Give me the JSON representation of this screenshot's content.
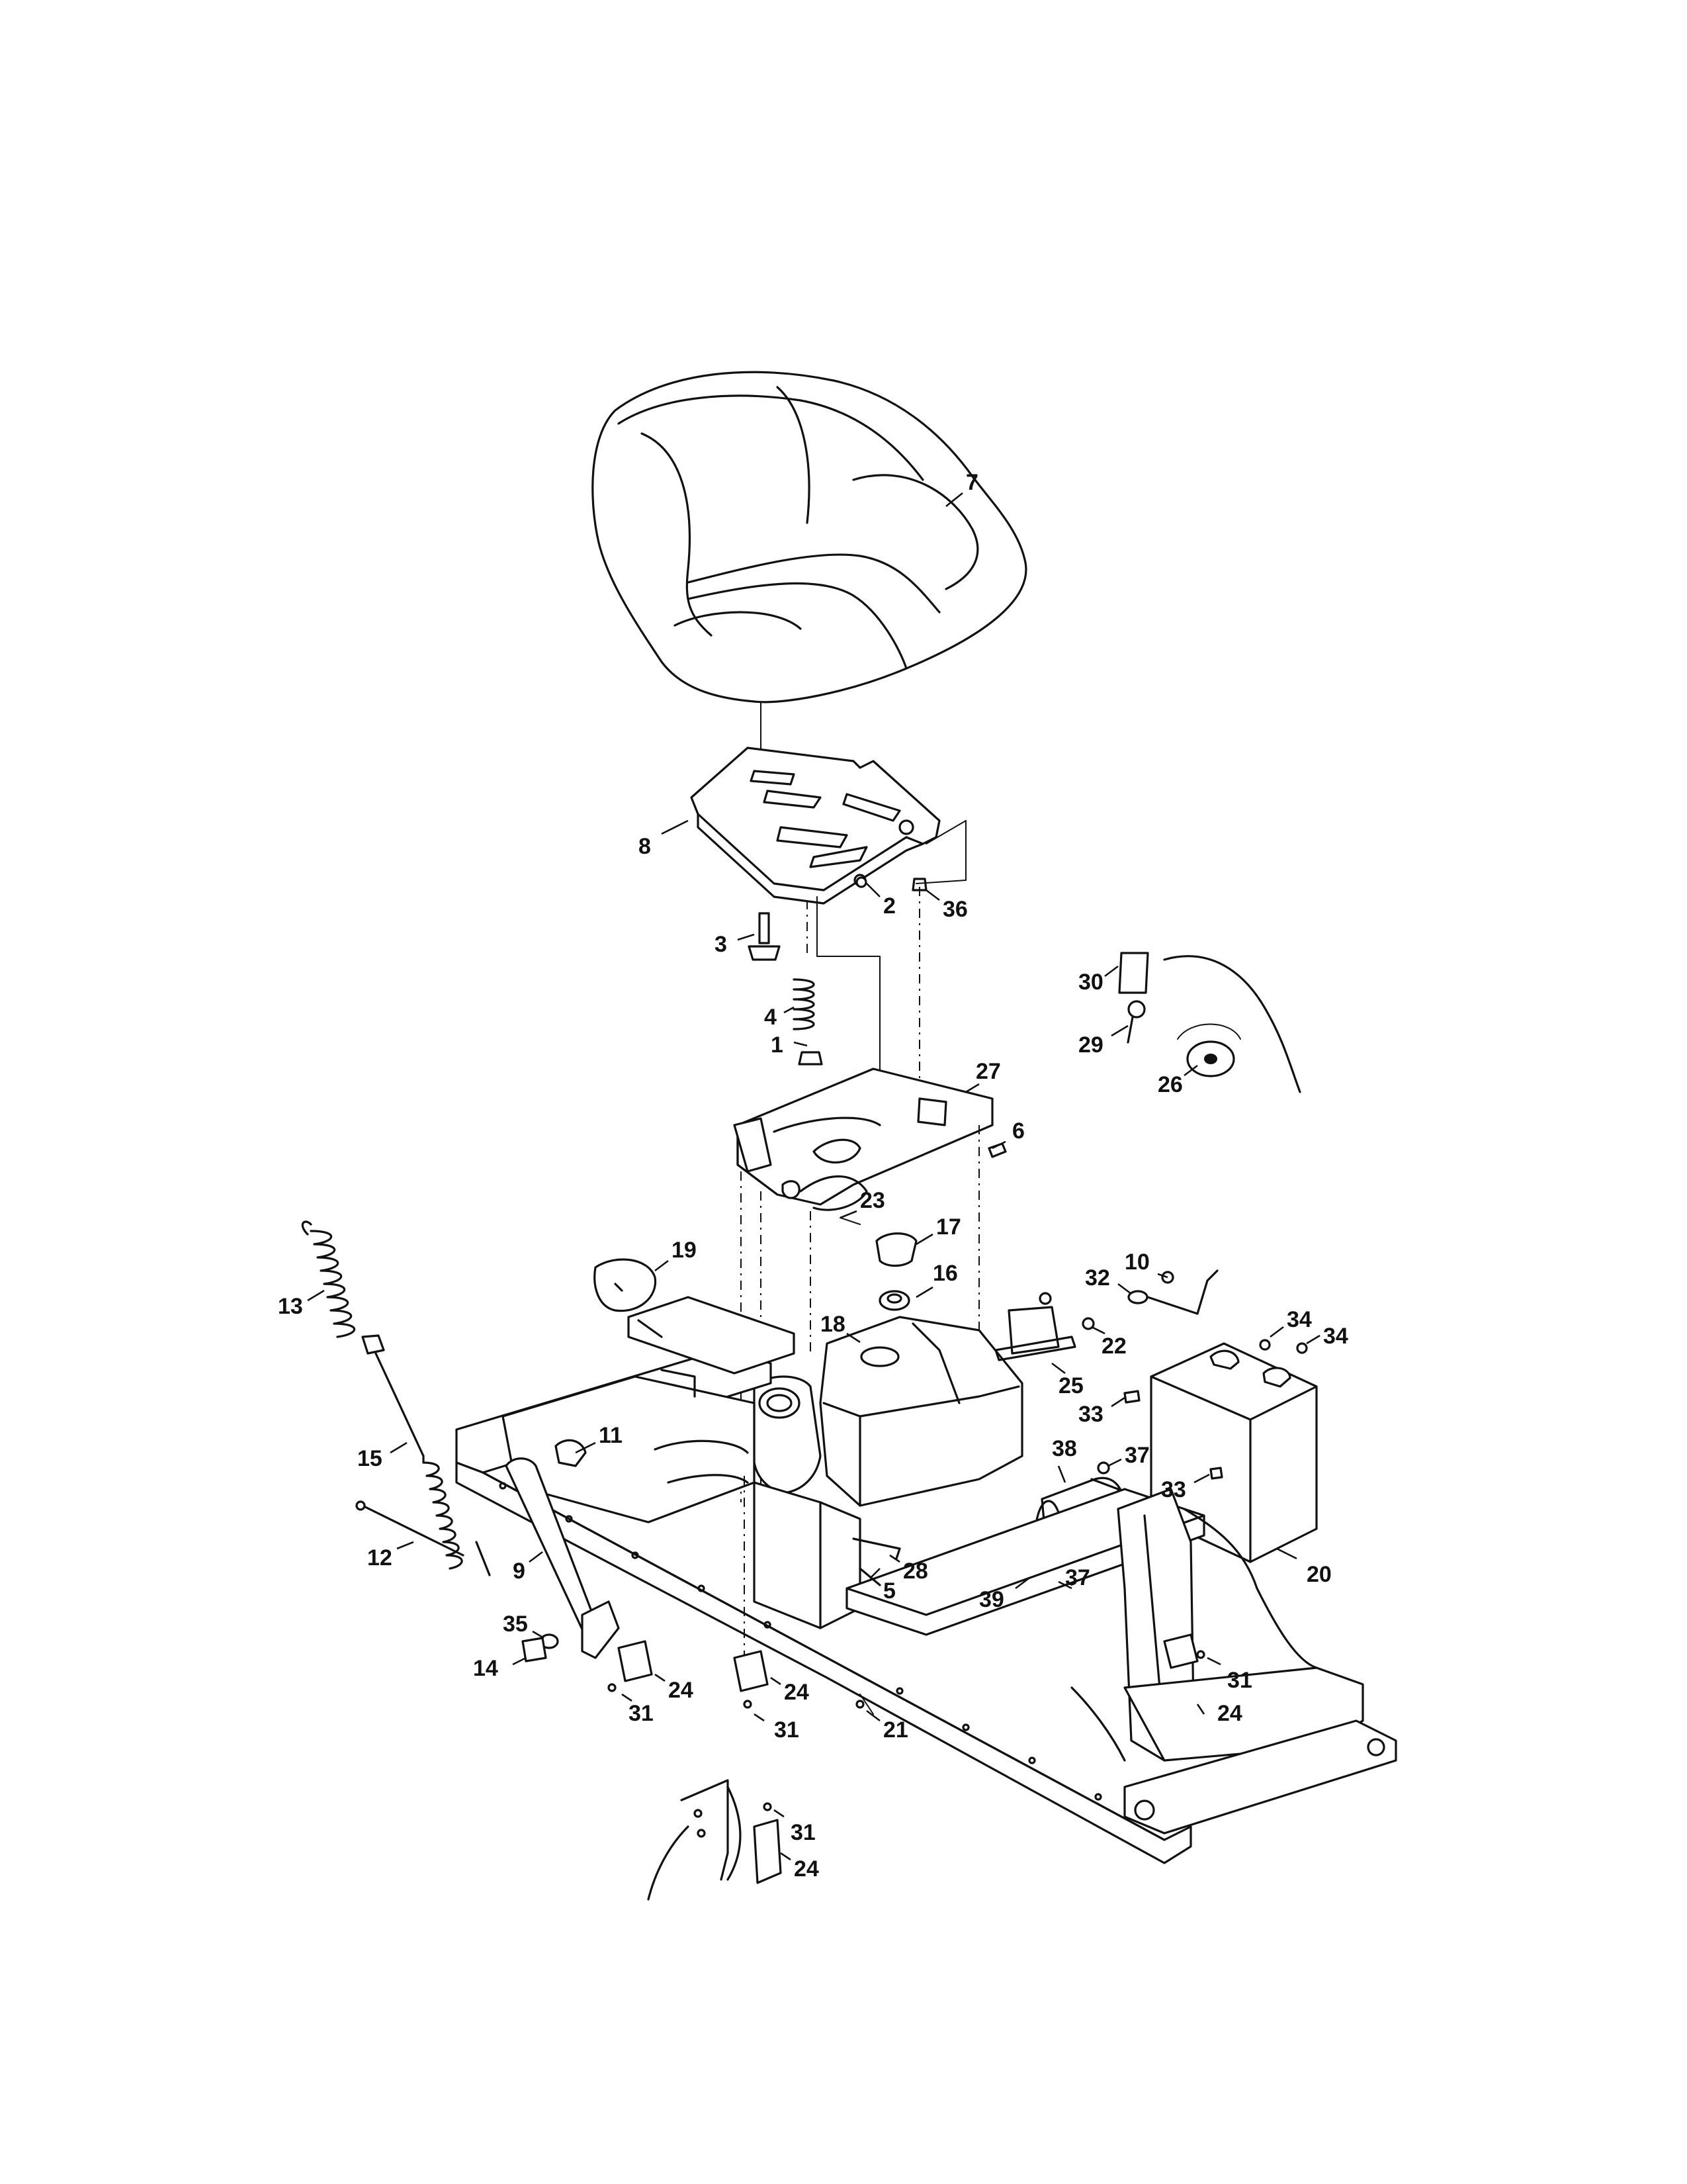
{
  "callouts": [
    "1",
    "2",
    "3",
    "4",
    "5",
    "6",
    "7",
    "8",
    "9",
    "10",
    "11",
    "12",
    "13",
    "14",
    "15",
    "16",
    "17",
    "18",
    "19",
    "20",
    "21",
    "22",
    "23",
    "24",
    "25",
    "26",
    "27",
    "28",
    "29",
    "30",
    "31",
    "32",
    "33",
    "34",
    "35",
    "36",
    "37",
    "38",
    "39"
  ]
}
